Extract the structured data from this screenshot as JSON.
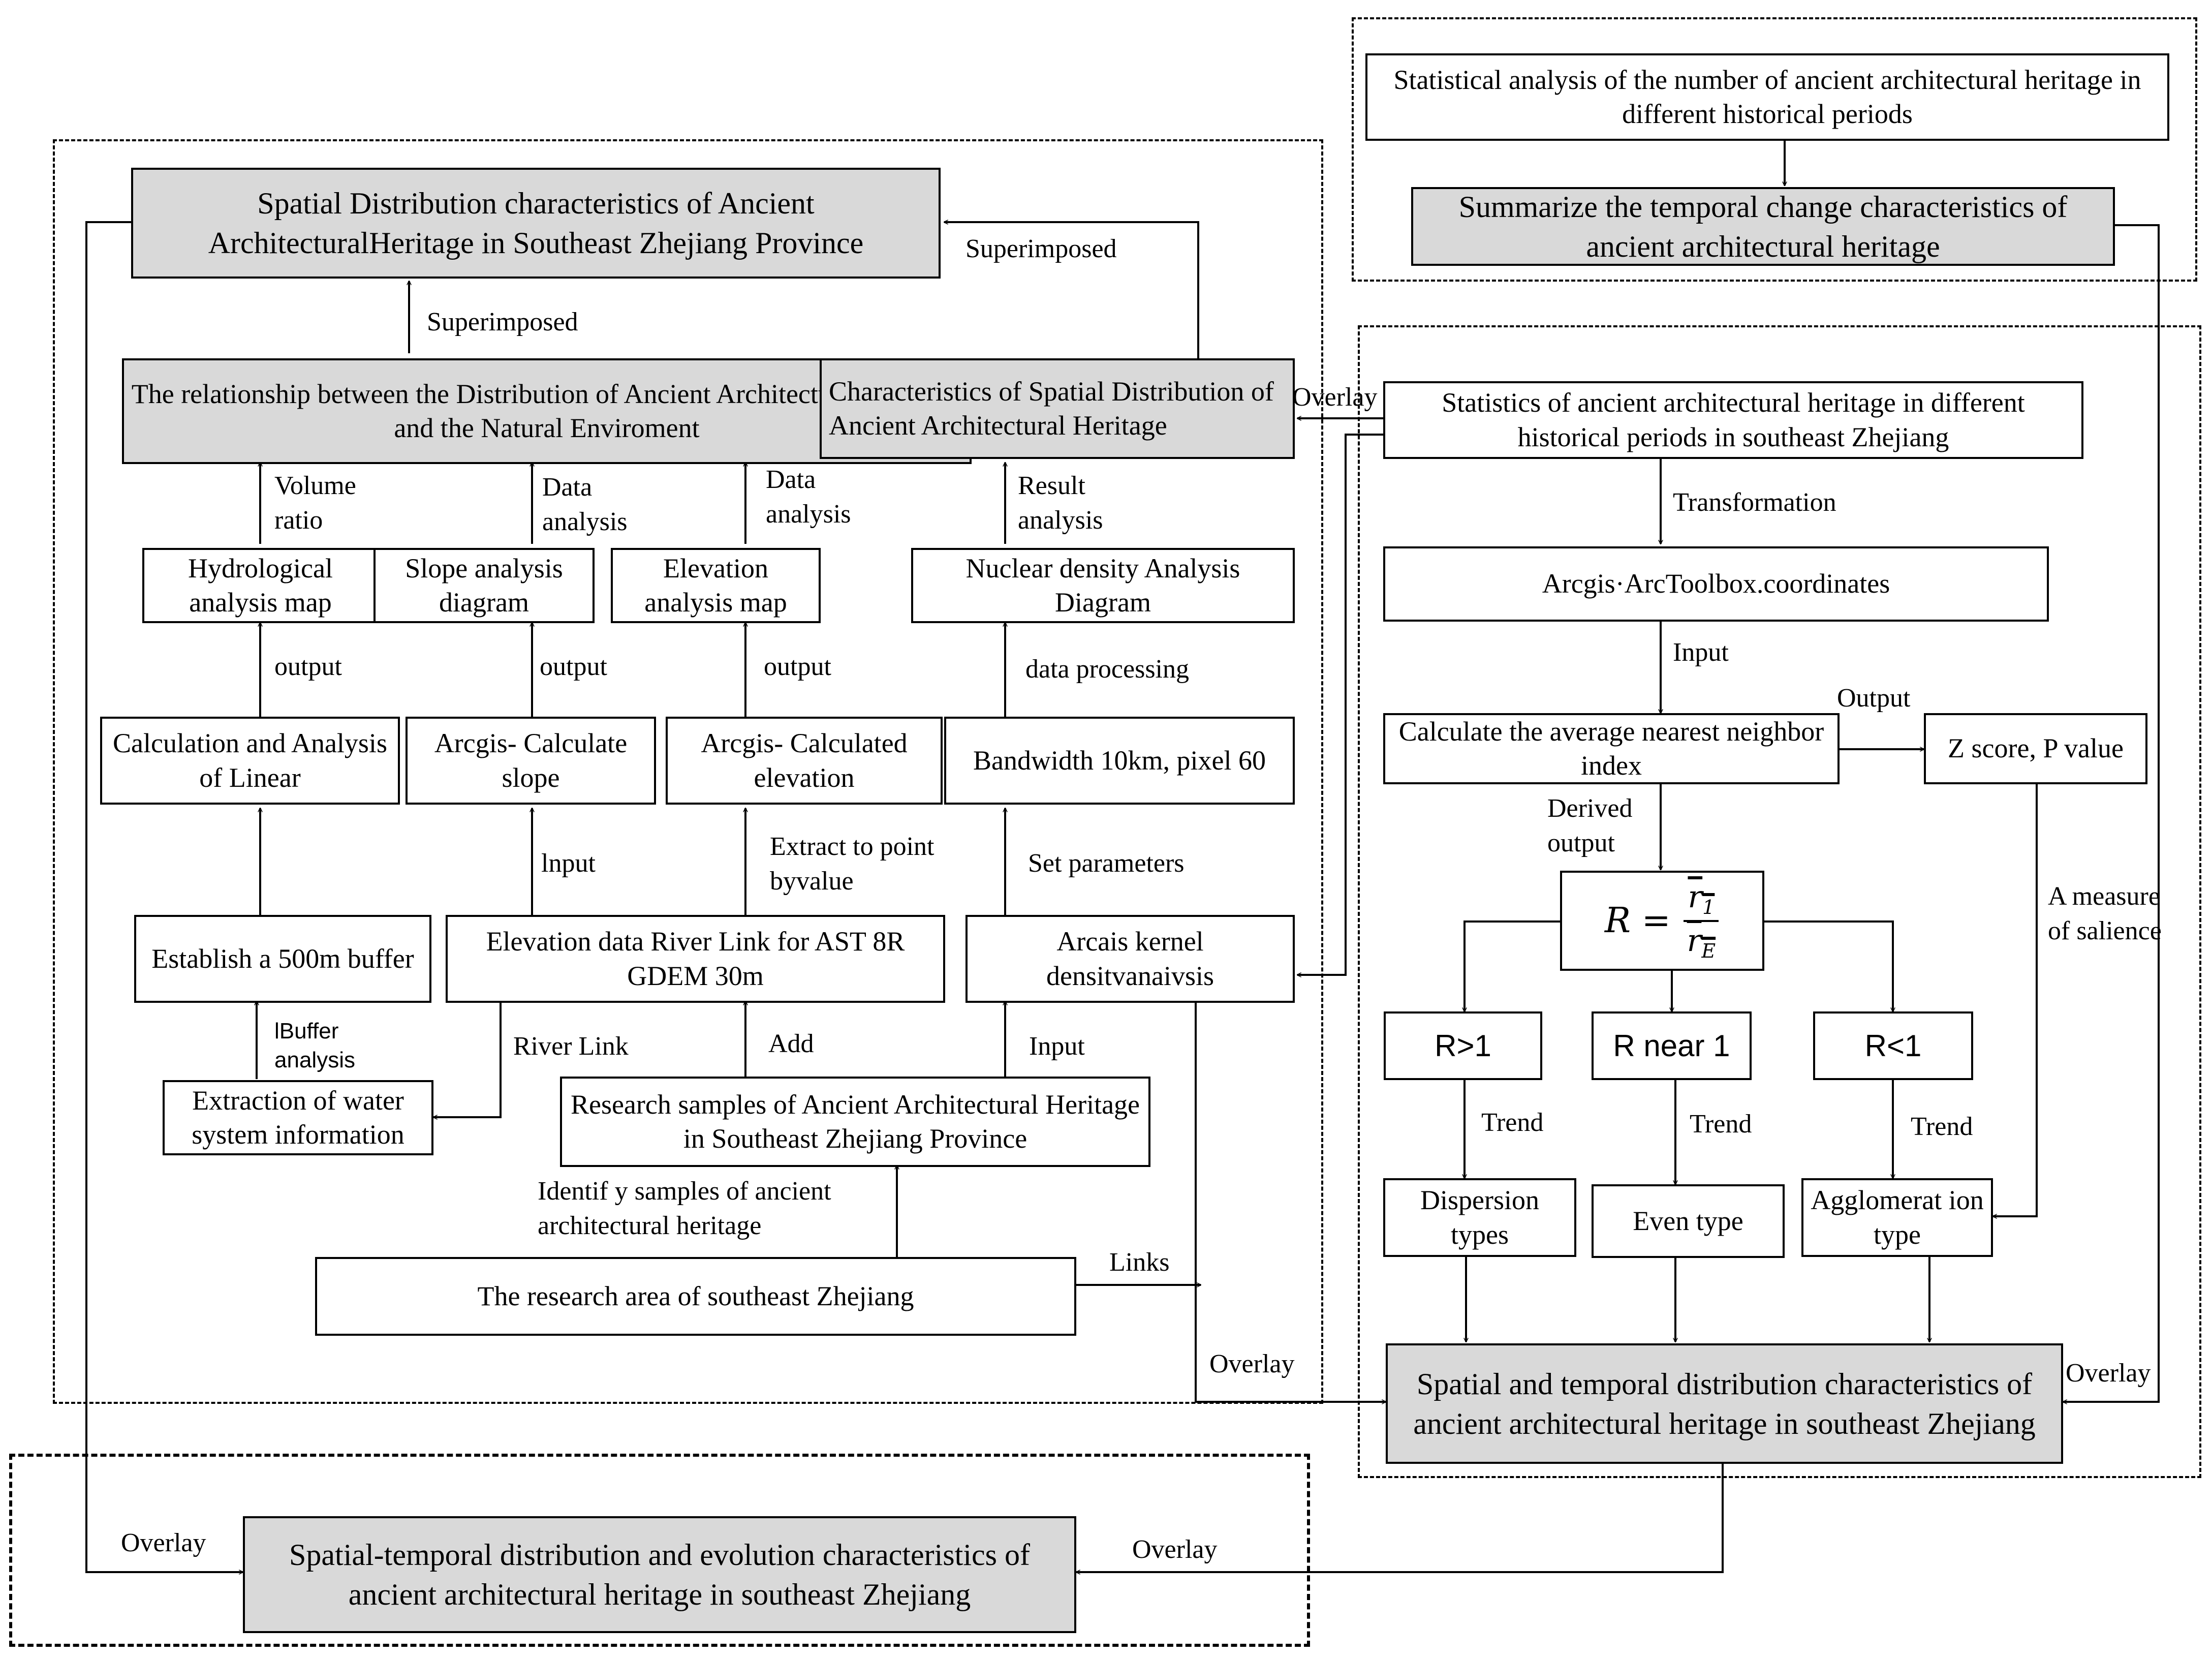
{
  "boxes": {
    "spatial_dist": "Spatial Distribution characteristics of Ancient ArchitecturalHeritage in Southeast Zhejiang Province",
    "relationship": "The relationship between the Distribution of Ancient Architectural Heritage and the Natural Enviroment",
    "characteristics_spatial": "Characteristics of Spatial Distribution of Ancient Architectural Heritage",
    "hydrological": "Hydrological analysis map",
    "slope_diagram": "Slope analysis diagram",
    "elevation_map": "Elevation analysis map",
    "nuclear_density": "Nuclear density Analysis Diagram",
    "calc_linear": "Calculation and Analysis of Linear",
    "calc_slope": "Arcgis- Calculate slope",
    "calc_elevation": "Arcgis- Calculated elevation",
    "bandwidth": "Bandwidth 10km, pixel 60",
    "buffer": "Establish a 500m buffer",
    "elevation_data": "Elevation data River Link for AST 8R GDEM 30m",
    "kernel": "Arcais kernel densitvanaivsis",
    "water_system": "Extraction of water system information",
    "research_samples": "Research samples of Ancient Architectural Heritage in Southeast Zhejiang Province",
    "research_area": "The research area of southeast Zhejiang",
    "statistical_analysis": "Statistical analysis of the number of ancient architectural heritage in different historical periods",
    "summarize": "Summarize the temporal change characteristics of ancient architectural heritage",
    "statistics": "Statistics of ancient architectural heritage in different historical periods in southeast Zhejiang",
    "arctoolbox": "Arcgis·ArcToolbox.coordinates",
    "avg_nearest": "Calculate the average nearest neighbor index",
    "zscore": "Z score, P value",
    "r_gt": "R>1",
    "r_near": "R near 1",
    "r_lt": "R<1",
    "dispersion": "Dispersion types",
    "even": "Even type",
    "agglomeration": "Agglomerat ion type",
    "st_distribution": "Spatial and temporal distribution characteristics of ancient architectural heritage in southeast Zhejiang",
    "final": "Spatial-temporal distribution and evolution characteristics of ancient architectural heritage in southeast Zhejiang"
  },
  "formula": {
    "lhs": "R =",
    "num": "r",
    "num_sub": "1",
    "den": "r",
    "den_sub": "E"
  },
  "labels": {
    "superimposed_1": "Superimposed",
    "superimposed_2": "Superimposed",
    "overlay_char": "Overlay",
    "volume_ratio": "Volume ratio",
    "data_analysis_1": "Data analysis",
    "data_analysis_2": "Data analysis",
    "result_analysis": "Result analysis",
    "output_1": "output",
    "output_2": "output",
    "output_3": "output",
    "data_processing": "data processing",
    "input_slope": "lnput",
    "extract": "Extract to point byvalue",
    "set_params": "Set parameters",
    "buffer_analysis": "lBuffer analysis",
    "river_link": "River Link",
    "add": "Add",
    "input_kernel": "Input",
    "identify": "Identif y samples of ancient architectural heritage",
    "links": "Links",
    "overlay_mid": "Overlay",
    "transformation": "Transformation",
    "input_r": "Input",
    "output_r": "Output",
    "derived": "Derived output",
    "measure": "A measure of salience",
    "trend_1": "Trend",
    "trend_2": "Trend",
    "trend_3": "Trend",
    "overlay_right": "Overlay",
    "overlay_bottom_left": "Overlay",
    "overlay_bottom_right": "Overlay"
  }
}
